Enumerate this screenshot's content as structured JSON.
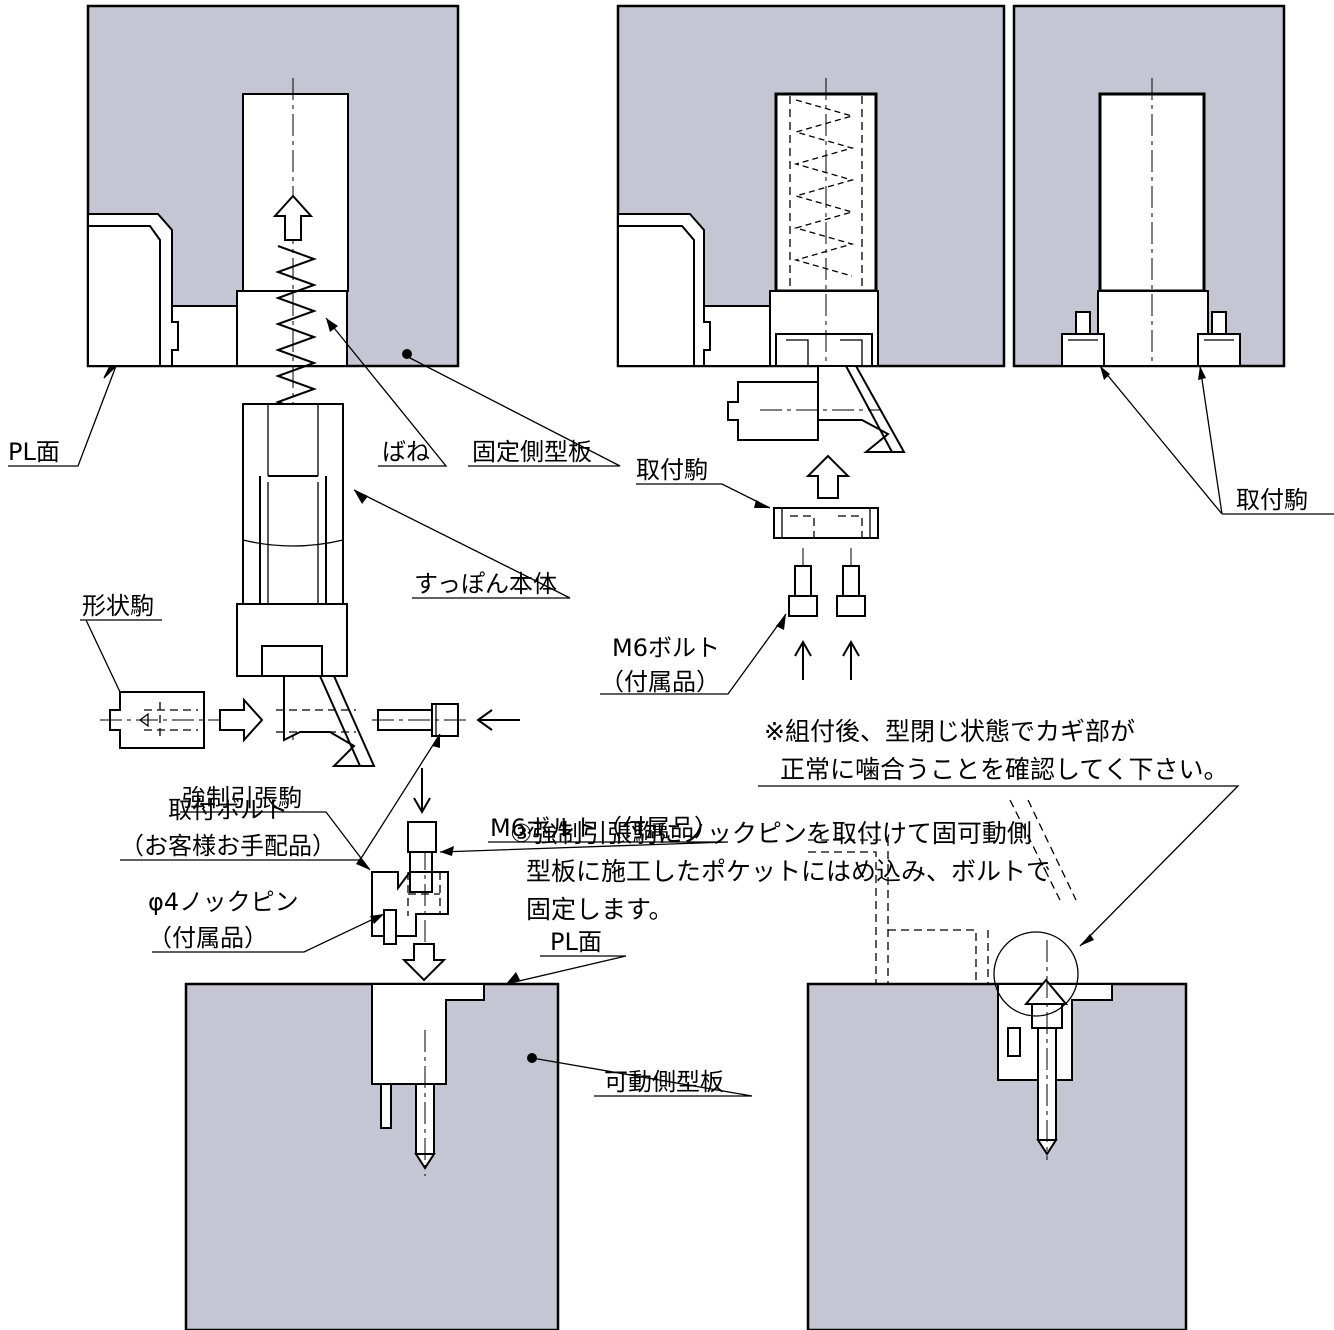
{
  "labels": {
    "pl_face_top": "PL面",
    "spring": "ばね",
    "fixed_plate": "固定側型板",
    "attach_block_mid": "取付駒",
    "attach_block_right": "取付駒",
    "suppon_body": "すっぽん本体",
    "shape_block": "形状駒",
    "m6_bolt_line1": "M6ボルト",
    "m6_bolt_line2": "（付属品）",
    "attach_bolt_line1": "取付ボルト",
    "attach_bolt_line2": "（お客様お手配品）",
    "forced_pull_block": "強制引張駒",
    "m6_bolt_bottom": "M6ボルト（付属品）",
    "knock_pin_line1": "φ4ノックピン",
    "knock_pin_line2": "（付属品）",
    "pl_face_bottom": "PL面",
    "moving_plate": "可動側型板"
  },
  "instructions": {
    "step3_line1": "③強制引張駒にノックピンを取付けて固可動側",
    "step3_line2": "型板に施工したポケットにはめ込み、ボルトで",
    "step3_line3": "固定します。",
    "note_line1": "※組付後、型閉じ状態でカギ部が",
    "note_line2": "正常に噛合うことを確認してく下さい。"
  },
  "colors": {
    "plate_fill": "#c4c7d3",
    "line": "#000000",
    "background": "#ffffff"
  }
}
